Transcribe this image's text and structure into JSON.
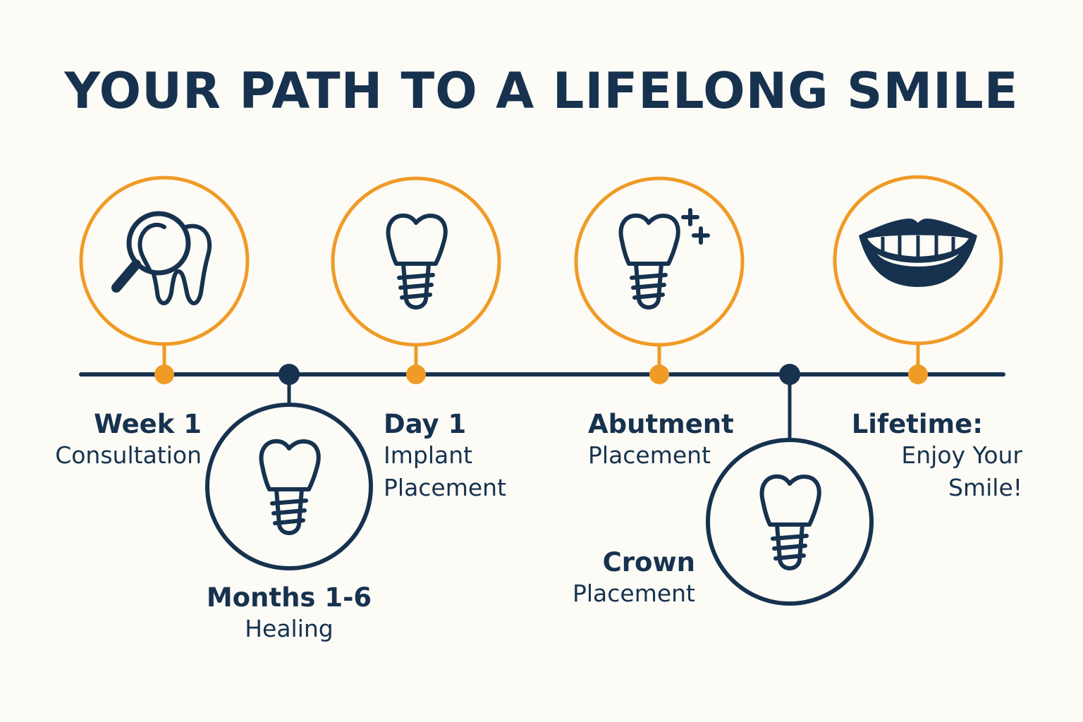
{
  "title": "YOUR PATH TO A LIFELONG SMILE",
  "colors": {
    "navy": "#17324f",
    "orange": "#f09b26",
    "background": "#fcfbf6"
  },
  "steps": [
    {
      "heading": "Week 1",
      "subtitle": "Consultation",
      "icon": "tooth-magnifier-icon",
      "position": "above",
      "marker": "orange"
    },
    {
      "heading": "Months 1-6",
      "subtitle": "Healing",
      "icon": "dental-implant-icon",
      "position": "below",
      "marker": "navy"
    },
    {
      "heading": "Day 1",
      "subtitle_line1": "Implant",
      "subtitle_line2": "Placement",
      "icon": "dental-implant-icon",
      "position": "above",
      "marker": "orange"
    },
    {
      "heading": "Abutment",
      "subtitle": "Placement",
      "icon": "implant-sparkle-icon",
      "position": "above",
      "marker": "orange"
    },
    {
      "heading": "Crown",
      "subtitle": "Placement",
      "icon": "dental-implant-icon",
      "position": "below",
      "marker": "navy"
    },
    {
      "heading": "Lifetime:",
      "subtitle_line1": "Enjoy Your",
      "subtitle_line2": "Smile!",
      "icon": "smile-icon",
      "position": "above",
      "marker": "orange"
    }
  ]
}
